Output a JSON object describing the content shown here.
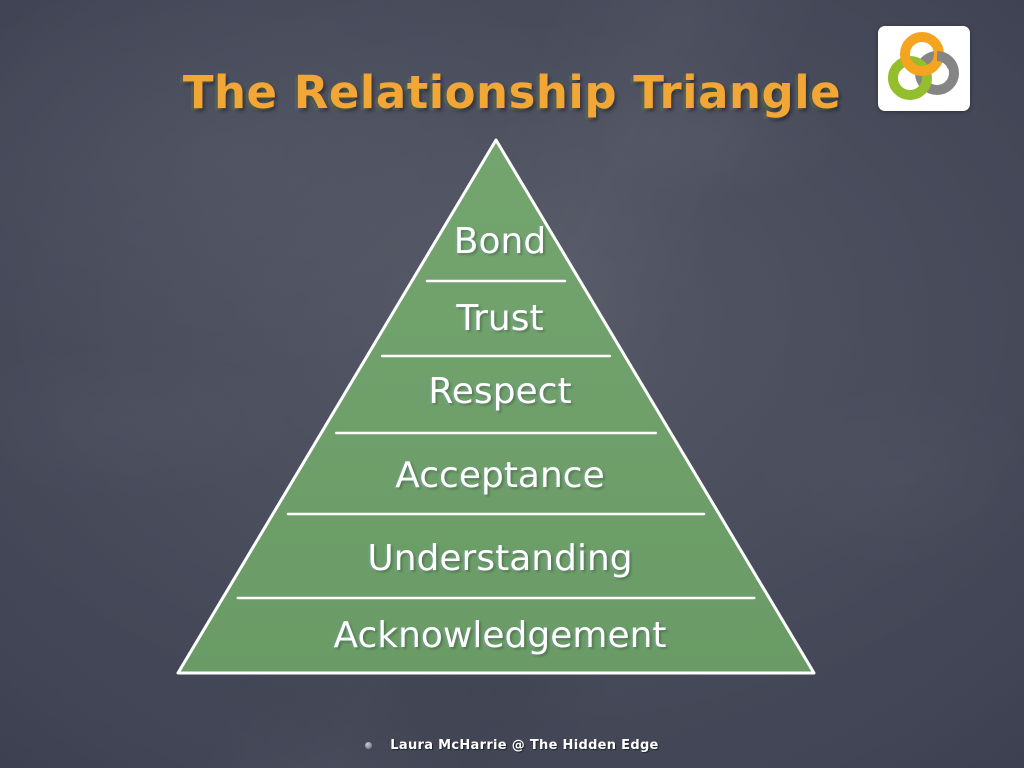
{
  "slide": {
    "title": "The Relationship Triangle",
    "footer_credit": "Laura McHarrie @ The Hidden Edge"
  },
  "pyramid": {
    "levels": [
      "Bond",
      "Trust",
      "Respect",
      "Acceptance",
      "Understanding",
      "Acknowledgement"
    ]
  },
  "logo": {
    "description": "three interlocking loops"
  },
  "colors": {
    "background": "#3E4250",
    "title_text": "#F2A636",
    "pyramid_fill": "#6A9B66",
    "pyramid_fill_top": "#74A56F",
    "pyramid_outline": "#FFFFFF",
    "divider_line": "#FFFFFF",
    "level_text": "#FFFFFF",
    "footer_text": "#FFFFFF",
    "footer_bullet": "#9AA0AC",
    "logo_card": "#FFFFFF",
    "logo_orange": "#F5A41F",
    "logo_gray": "#858585",
    "logo_green": "#94BE2E"
  }
}
